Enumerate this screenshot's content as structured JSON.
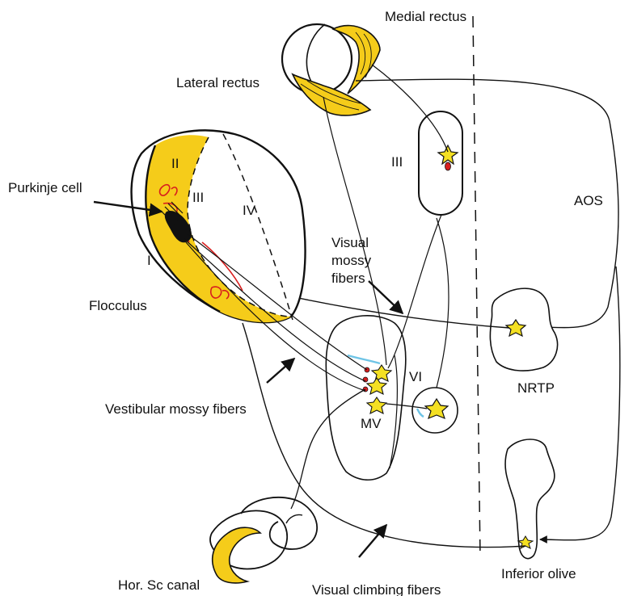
{
  "labels": {
    "medial_rectus": "Medial rectus",
    "lateral_rectus": "Lateral rectus",
    "oculomotor_nucleus": "III",
    "purkinje_cell": "Purkinje cell",
    "zone_1": "I",
    "zone_2": "II",
    "zone_3": "III",
    "zone_4": "IV",
    "flocculus": "Flocculus",
    "visual_mossy_fibers_1": "Visual",
    "visual_mossy_fibers_2": "mossy",
    "visual_mossy_fibers_3": "fibers",
    "aos": "AOS",
    "nrtp": "NRTP",
    "vi": "VI",
    "mv": "MV",
    "vestibular_mossy_fibers": "Vestibular mossy fibers",
    "hor_sc_canal": "Hor. Sc canal",
    "visual_climbing_fibers": "Visual climbing fibers",
    "inferior_olive": "Inferior olive"
  },
  "colors": {
    "outline": "#111111",
    "yellow_fill": "#f5cc1a",
    "red_purkinje": "#d81e1e",
    "blue_fiber": "#6ec4e6",
    "neuron_yellow": "#f4e022"
  }
}
